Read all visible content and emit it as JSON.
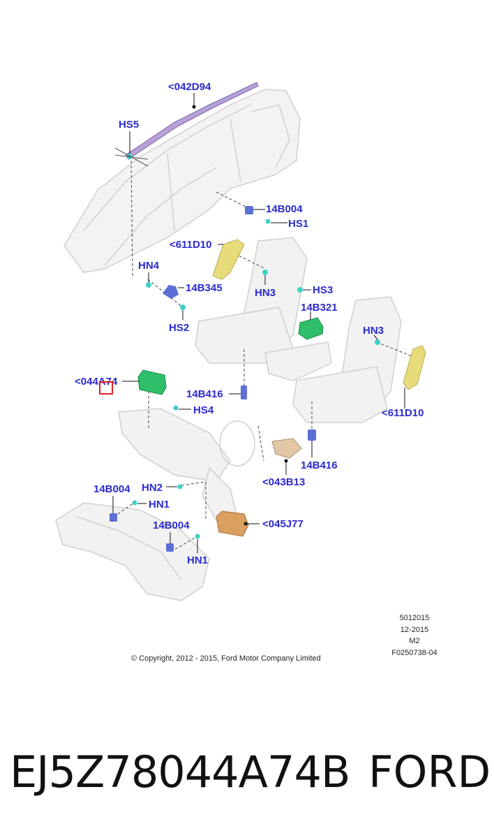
{
  "diagram": {
    "callouts": {
      "c042D94": "<042D94",
      "hs5": "HS5",
      "c14B004_top": "14B004",
      "hs1": "HS1",
      "c611D10_left": "<611D10",
      "hn4": "HN4",
      "c14B345": "14B345",
      "hn3_mid": "HN3",
      "hs3": "HS3",
      "c14B321": "14B321",
      "hs2": "HS2",
      "hn3_right": "HN3",
      "c044A74": "<044A74",
      "c14B416_left": "14B416",
      "hs4": "HS4",
      "c611D10_right": "<611D10",
      "c14B416_right": "14B416",
      "c043B13": "<043B13",
      "c14B004_left": "14B004",
      "hn2": "HN2",
      "hn1_left": "HN1",
      "c045J77": "<045J77",
      "c14B004_bottom": "14B004",
      "hn1_bottom": "HN1"
    },
    "metadata": {
      "code": "5012015",
      "date": "12-2015",
      "rev": "M2",
      "figure": "F0250738-04"
    },
    "copyright": "© Copyright, 2012 - 2015, Ford Motor Company Limited"
  },
  "footer": {
    "part_number": "EJ5Z78044A74B",
    "brand": "FORD"
  },
  "colors": {
    "callout_text": "#2a2ad0",
    "highlight_box": "#e02020",
    "airbag_green": "#2fbf6a",
    "curtain_yellow": "#e8dc7a",
    "curtain_purple": "#b8a0d8",
    "module_orange": "#d9a060",
    "connector_blue": "#5b6fd6",
    "clip_cyan": "#3fd0c8"
  }
}
